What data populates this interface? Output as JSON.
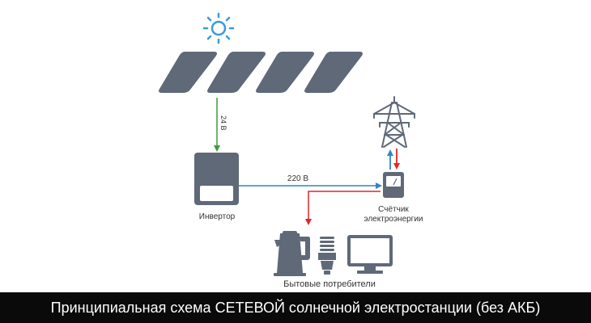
{
  "labels": {
    "dc_voltage": "24 В",
    "ac_voltage": "220 В",
    "inverter": "Инвертор",
    "meter_line1": "Счётчик",
    "meter_line2": "электроэнергии",
    "consumers": "Бытовые потребители"
  },
  "caption": "Принципиальная схема СЕТЕВОЙ солнечной электростанции (без АКБ)",
  "colors": {
    "panel": "#5f6978",
    "sun": "#3a9ad9",
    "dc_line": "#3f9a3f",
    "ac_line": "#2e86c8",
    "feed_line": "#e0262b",
    "caption_bg": "#0a0a0a"
  },
  "icons": [
    "sun-icon",
    "solar-panel-icon",
    "inverter-icon",
    "meter-icon",
    "power-tower-icon",
    "kettle-icon",
    "lamp-icon",
    "monitor-icon"
  ]
}
